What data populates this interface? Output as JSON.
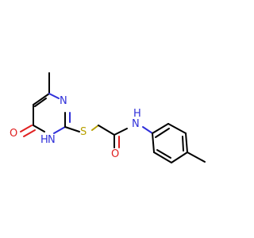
{
  "molecule": {
    "colors": {
      "carbon": "#000000",
      "nitrogen": "#2f2fd9",
      "oxygen": "#e02020",
      "sulfur": "#b8a000"
    },
    "atoms": {
      "n_ring_top": "N",
      "n_ring_bottom": "N",
      "h_ring_bottom": "H",
      "o_ring": "O",
      "s_linker": "S",
      "n_amide": "N",
      "h_amide": "H",
      "o_amide": "O"
    }
  }
}
